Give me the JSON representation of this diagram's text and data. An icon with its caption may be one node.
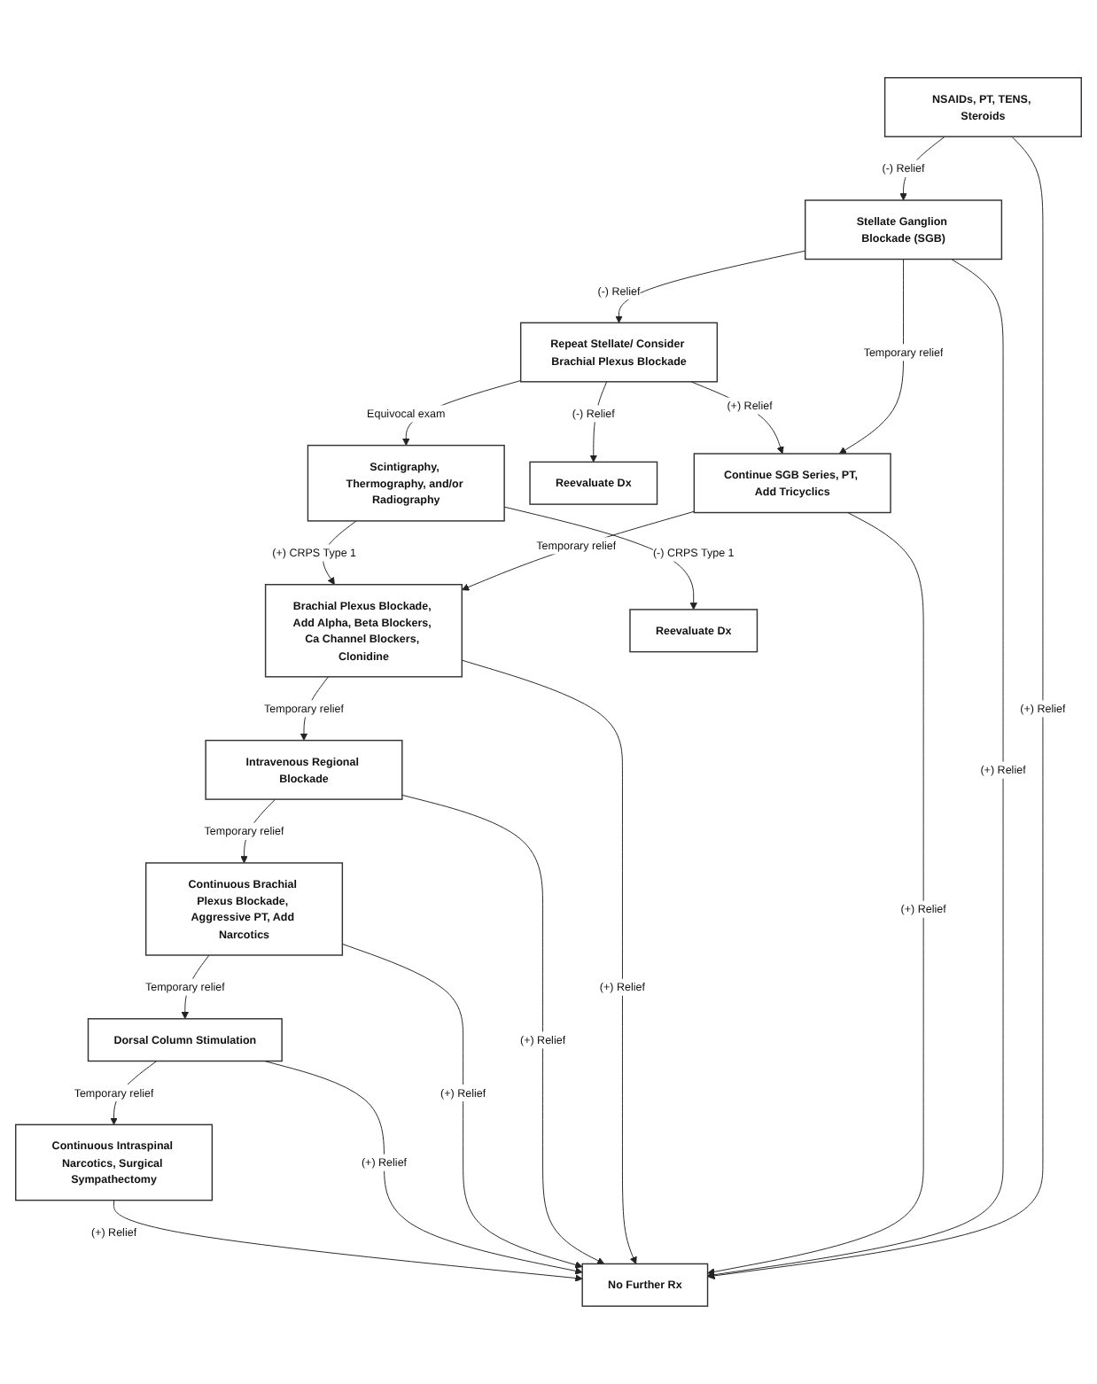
{
  "diagram": {
    "nodes": [
      {
        "text": [
          "NSAIDs, PT, TENS, Steroids"
        ]
      },
      {
        "text": [
          "Stellate Ganglion Blockade (SGB)"
        ]
      },
      {
        "text": [
          "Continue SGB Series, PT, Add Tricyclics"
        ]
      },
      {
        "text": [
          "Brachial Plexus Blockade, Add Alpha, Beta Blockers, Ca Channel Blockers, Clonidine"
        ]
      },
      {
        "text": [
          "Intravenous Regional Blockade"
        ]
      },
      {
        "text": [
          "Continuous Brachial Plexus Blockade, Aggressive PT, Add Narcotics"
        ]
      },
      {
        "text": [
          "Dorsal Column Stimulation"
        ]
      },
      {
        "text": [
          "Continuous Intraspinal Narcotics, Surgical Sympathectomy"
        ]
      },
      {
        "text": [
          "No Further Rx"
        ]
      },
      {
        "text": [
          "Reevaluate Dx"
        ]
      },
      {
        "text": [
          "Repeat Stellate/ Consider Brachial Plexus Blockade"
        ]
      },
      {
        "text": [
          "Scintigraphy, Thermography, and/or Radiography"
        ]
      },
      {
        "text": [
          "Reevaluate Dx"
        ]
      }
    ],
    "edges": [
      {
        "from": 0,
        "to": 1,
        "arrow": "to",
        "label": "(-) Relief"
      },
      {
        "from": 1,
        "to": 2,
        "arrow": "to",
        "label": "Temporary relief"
      },
      {
        "from": 2,
        "to": 3,
        "arrow": "to",
        "label": "Temporary relief"
      },
      {
        "from": 3,
        "to": 4,
        "arrow": "to",
        "label": "Temporary relief"
      },
      {
        "from": 4,
        "to": 5,
        "arrow": "to",
        "label": "Temporary relief"
      },
      {
        "from": 5,
        "to": 6,
        "arrow": "to",
        "label": "Temporary relief"
      },
      {
        "from": 6,
        "to": 7,
        "arrow": "to",
        "label": "Temporary relief"
      },
      {
        "from": 1,
        "to": 10,
        "arrow": "to",
        "label": "(-) Relief"
      },
      {
        "from": 10,
        "to": 9,
        "arrow": "to",
        "label": "(-) Relief"
      },
      {
        "from": 10,
        "to": 2,
        "arrow": "to",
        "label": "(+) Relief"
      },
      {
        "from": 10,
        "to": 11,
        "arrow": "to",
        "label": "Equivocal exam"
      },
      {
        "from": 11,
        "to": 3,
        "arrow": "to",
        "label": "(+) CRPS Type 1"
      },
      {
        "from": 11,
        "to": 12,
        "arrow": "to",
        "label": "(-) CRPS Type 1"
      },
      {
        "from": 0,
        "to": 8,
        "arrow": "to",
        "label": "(+) Relief"
      },
      {
        "from": 1,
        "to": 8,
        "arrow": "to",
        "label": "(+) Relief"
      },
      {
        "from": 2,
        "to": 8,
        "arrow": "to",
        "label": "(+) Relief"
      },
      {
        "from": 3,
        "to": 8,
        "arrow": "to",
        "label": "(+) Relief"
      },
      {
        "from": 4,
        "to": 8,
        "arrow": "to",
        "label": "(+) Relief"
      },
      {
        "from": 5,
        "to": 8,
        "arrow": "to",
        "label": "(+) Relief"
      },
      {
        "from": 6,
        "to": 8,
        "arrow": "to",
        "label": "(+) Relief"
      },
      {
        "from": 7,
        "to": 8,
        "arrow": "to",
        "label": "(+) Relief"
      }
    ]
  }
}
